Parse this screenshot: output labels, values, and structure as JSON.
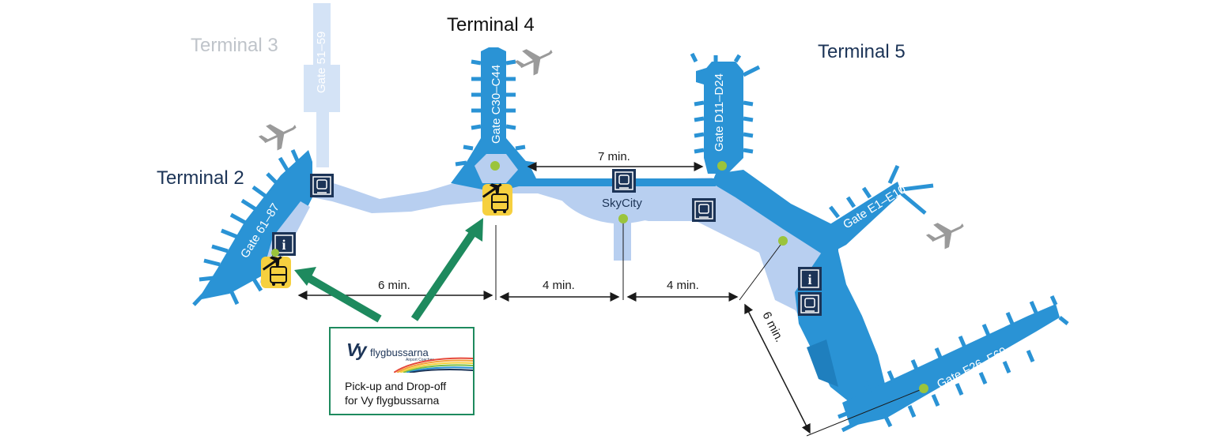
{
  "terminals": [
    {
      "id": "terminal-2",
      "label": "Terminal 2"
    },
    {
      "id": "terminal-3",
      "label": "Terminal 3"
    },
    {
      "id": "terminal-4",
      "label": "Terminal 4"
    },
    {
      "id": "terminal-5",
      "label": "Terminal 5"
    }
  ],
  "gates": [
    {
      "id": "gate-51-59",
      "label": "Gate 51–59"
    },
    {
      "id": "gate-61-87",
      "label": "Gate 61–87"
    },
    {
      "id": "gate-c30-c44",
      "label": "Gate C30–C44"
    },
    {
      "id": "gate-d11-d24",
      "label": "Gate D11–D24"
    },
    {
      "id": "gate-e1-e10",
      "label": "Gate E1–E10"
    },
    {
      "id": "gate-f26-f69",
      "label": "Gate F26–F69"
    }
  ],
  "places": {
    "skycity": "SkyCity"
  },
  "walk_times": {
    "t4_to_t5": "7 min.",
    "t2_to_t4": "6 min.",
    "t4_to_skycity": "4 min.",
    "skycity_to_t5": "4 min.",
    "t5_to_f_gates": "6 min."
  },
  "icons": {
    "info": "i",
    "train": "train-icon",
    "bus": "bus-icon",
    "plane": "plane-icon"
  },
  "bus_stop_box": {
    "logo": "Vy",
    "brand": "flygbussarna",
    "brand_sub": "Airport Coaches",
    "line1": "Pick-up and Drop-off",
    "line2": "for Vy flygbussarna"
  },
  "colors": {
    "pier_blue": "#2a93d5",
    "light_blue": "#b8cff0",
    "faded_blue": "#d4e3f6",
    "navy": "#1c3457",
    "green_arrow": "#1e8a5e",
    "bus_yellow": "#f6d03f",
    "lime_dot": "#9bc43c",
    "plane_gray": "#9a9a9a",
    "faded_text": "#bfc4ca"
  }
}
